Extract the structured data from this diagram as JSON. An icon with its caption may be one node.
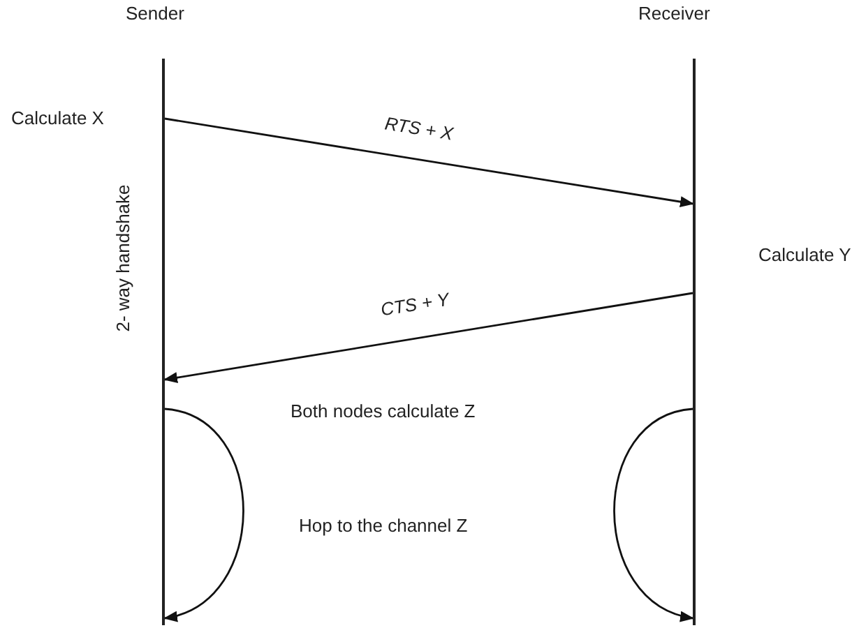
{
  "diagram": {
    "nodes": [
      {
        "text": [],
        "shape": "bar",
        "beside": [
          "Sender"
        ]
      },
      {
        "text": [],
        "shape": "bar",
        "beside": [
          "Receiver"
        ]
      }
    ],
    "edges": [
      {
        "from": 0,
        "to": 1,
        "arrow": "to",
        "label": "RTS + X"
      },
      {
        "from": 1,
        "to": 0,
        "arrow": "to",
        "label": "CTS + Y"
      },
      {
        "from": 0,
        "to": 0,
        "arrow": "to"
      },
      {
        "from": 1,
        "to": 1,
        "arrow": "to"
      }
    ],
    "labels": [
      "Calculate X",
      "2- way handshake",
      "Calculate Y",
      "Both nodes calculate Z",
      "Hop to the channel Z"
    ]
  }
}
